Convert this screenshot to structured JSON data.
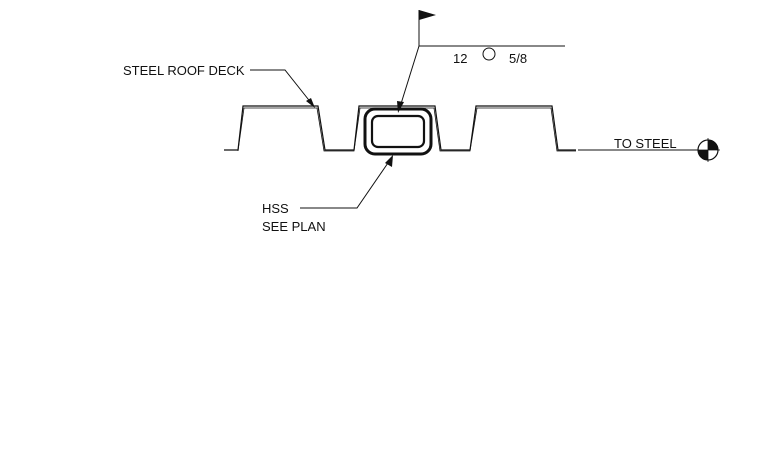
{
  "labels": {
    "steel_roof_deck": "STEEL ROOF DECK",
    "hss_line1": "HSS",
    "hss_line2": "SEE PLAN",
    "to_steel": "TO STEEL"
  },
  "weld_symbol": {
    "size": "12",
    "length": "5/8",
    "weld_all_around": true,
    "field_weld_flag": true
  },
  "icons": {
    "flag": "field-weld-flag-icon",
    "all_around": "weld-all-around-circle-icon",
    "elevation": "elevation-target-icon"
  },
  "colors": {
    "line": "#111111",
    "background": "#ffffff"
  }
}
